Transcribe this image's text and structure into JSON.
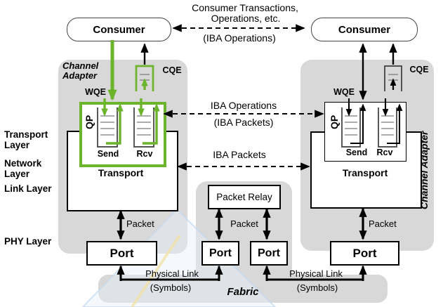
{
  "colors": {
    "accent_green": "#6cb42c",
    "adapter_gray": "#d8d8d8",
    "line_black": "#000000"
  },
  "consumers": {
    "left": "Consumer",
    "right": "Consumer"
  },
  "top_link": {
    "line1": "Consumer Transactions,",
    "line2": "Operations, etc.",
    "line3": "(IBA Operations)"
  },
  "layer_labels": {
    "transport": "Transport Layer",
    "network": "Network Layer",
    "link": "Link Layer",
    "phy": "PHY Layer"
  },
  "left_adapter": {
    "label": "Channel Adapter",
    "wqe": "WQE",
    "cqe": "CQE",
    "qp": "QP",
    "send": "Send",
    "rcv": "Rcv",
    "transport": "Transport",
    "packet": "Packet",
    "port": "Port"
  },
  "right_adapter": {
    "label": "Channel Adapter",
    "wqe": "WQE",
    "cqe": "CQE",
    "qp": "QP",
    "send": "Send",
    "rcv": "Rcv",
    "transport": "Transport",
    "packet": "Packet",
    "port": "Port"
  },
  "links": {
    "iba_operations": "IBA Operations",
    "iba_operations_sub": "(IBA Packets)",
    "iba_packets": "IBA Packets"
  },
  "fabric": {
    "label": "Fabric",
    "packet_relay": "Packet Relay",
    "packet": "Packet",
    "port_left": "Port",
    "port_right": "Port",
    "physical_link_left": "Physical Link",
    "symbols_left": "(Symbols)",
    "physical_link_right": "Physical Link",
    "symbols_right": "(Symbols)"
  }
}
